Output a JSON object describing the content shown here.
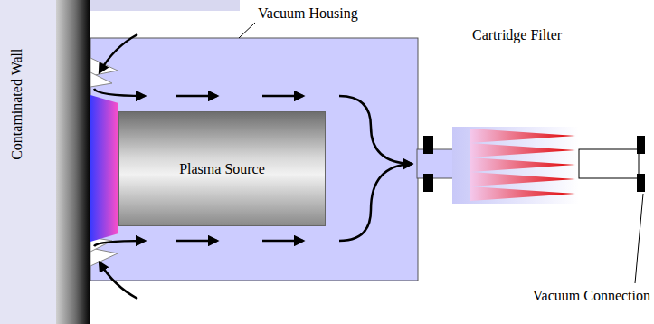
{
  "diagram": {
    "nodes": [
      {
        "text": [
          "Plasma Source"
        ]
      }
    ],
    "labels": [
      "Contaminated Wall",
      "Vacuum Housing",
      "Cartridge Filter",
      "Vacuum Connection"
    ]
  }
}
